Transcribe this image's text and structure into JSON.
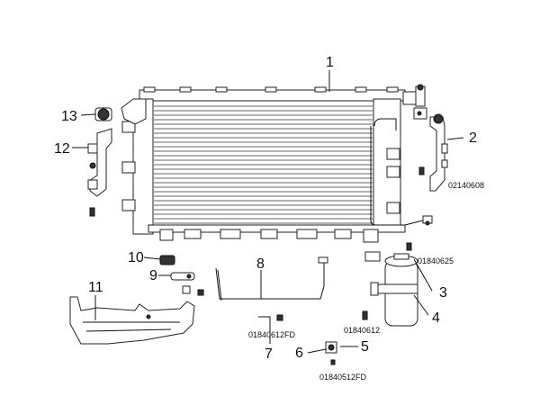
{
  "callouts": {
    "c1": "1",
    "c2": "2",
    "c3": "3",
    "c4": "4",
    "c5": "5",
    "c6": "6",
    "c7": "7",
    "c8": "8",
    "c9": "9",
    "c10": "10",
    "c11": "11",
    "c12": "12",
    "c13": "13"
  },
  "codes": {
    "k02140608": "02140608",
    "k01840625": "01840625",
    "k01840612": "01840612",
    "k01840612FD": "01840612FD",
    "k01840512FD": "01840512FD"
  }
}
